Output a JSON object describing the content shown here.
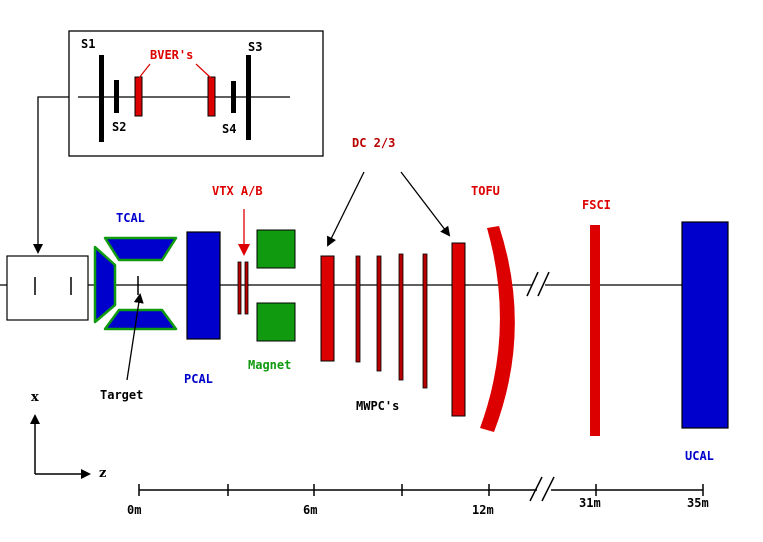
{
  "colors": {
    "red": "#dd0000",
    "darkred": "#b80000",
    "blue": "#0000cc",
    "green": "#109a10",
    "black": "#000000"
  },
  "inset": {
    "s1": "S1",
    "s2": "S2",
    "s3": "S3",
    "s4": "S4",
    "bvers": "BVER's"
  },
  "labels": {
    "tcal": "TCAL",
    "target": "Target",
    "pcal": "PCAL",
    "vtx": "VTX A/B",
    "magnet": "Magnet",
    "dc": "DC 2/3",
    "mwpcs": "MWPC's",
    "tofu": "TOFU",
    "fsci": "FSCI",
    "ucal": "UCAL"
  },
  "axes": {
    "x": "x",
    "z": "z"
  },
  "scale": {
    "ticks": [
      "0m",
      "6m",
      "12m",
      "31m",
      "35m"
    ]
  }
}
